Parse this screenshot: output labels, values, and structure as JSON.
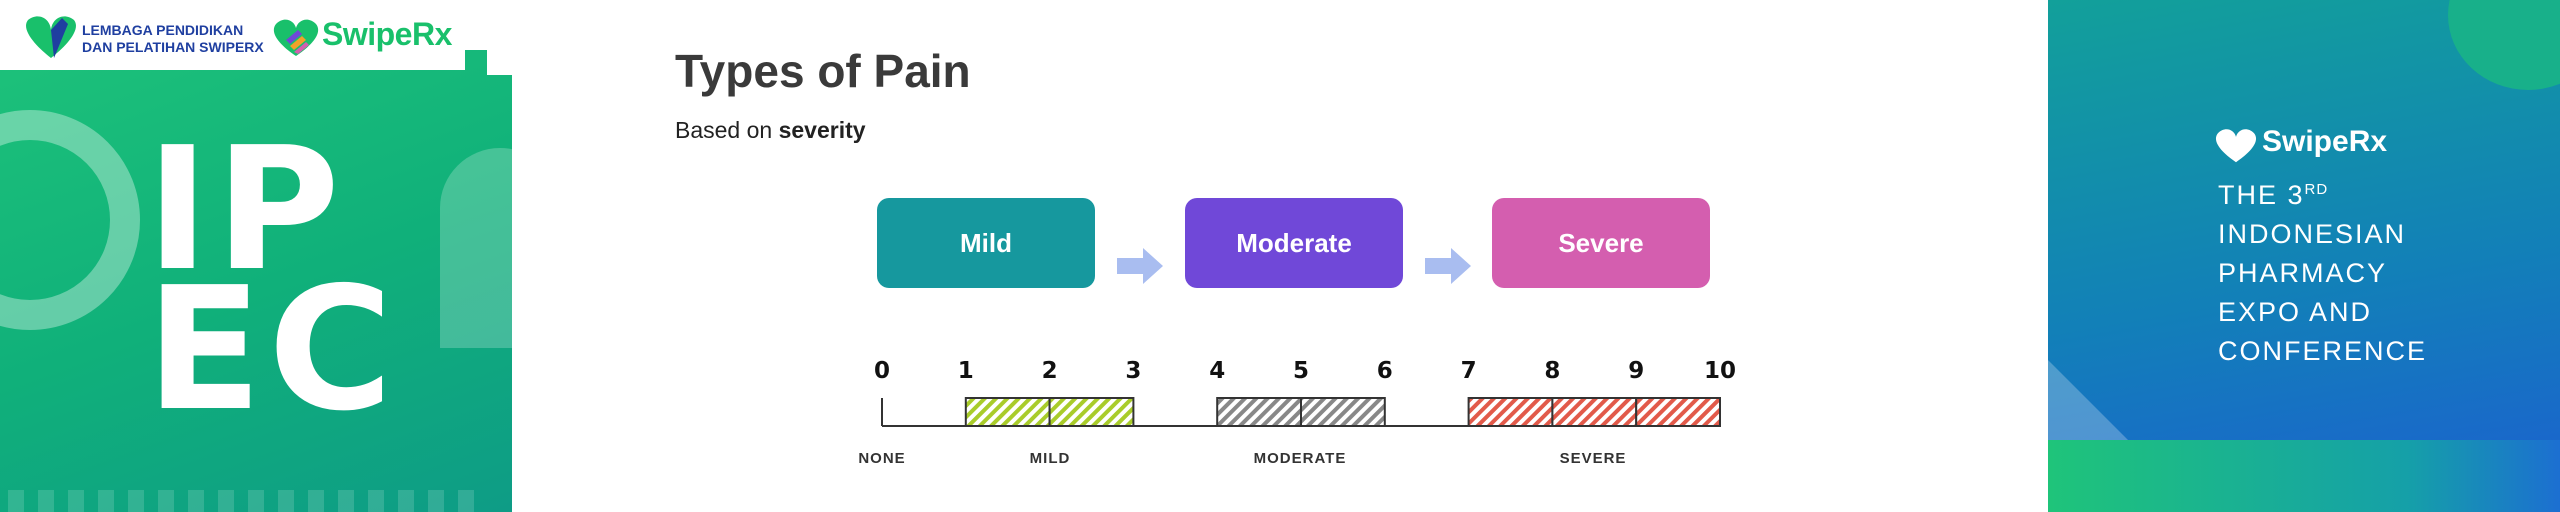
{
  "left_panel": {
    "org_line1": "LEMBAGA PENDIDIKAN",
    "org_line2": "DAN PELATIHAN SWIPERX",
    "brand": "SwipeRx",
    "event_line1": "IP",
    "event_line2": "EC"
  },
  "slide": {
    "title": "Types of Pain",
    "subtitle_prefix": "Based on ",
    "subtitle_bold": "severity",
    "boxes": [
      {
        "label": "Mild",
        "color": "#16989e"
      },
      {
        "label": "Moderate",
        "color": "#7048d8"
      },
      {
        "label": "Severe",
        "color": "#d45eaf"
      }
    ],
    "arrow_color": "#a9bdf0",
    "scale_numbers": [
      "0",
      "1",
      "2",
      "3",
      "4",
      "5",
      "6",
      "7",
      "8",
      "9",
      "10"
    ],
    "scale_labels": {
      "none": "NONE",
      "mild": "MILD",
      "moderate": "MODERATE",
      "severe": "SEVERE"
    },
    "segment_colors": {
      "mild": "#a9cc2a",
      "moderate": "#888888",
      "severe": "#e25a4a"
    }
  },
  "right_panel": {
    "brand": "SwipeRx",
    "line1_pre": "THE 3",
    "line1_sup": "RD",
    "line2": "INDONESIAN",
    "line3": "PHARMACY",
    "line4": "EXPO AND",
    "line5": "CONFERENCE"
  }
}
